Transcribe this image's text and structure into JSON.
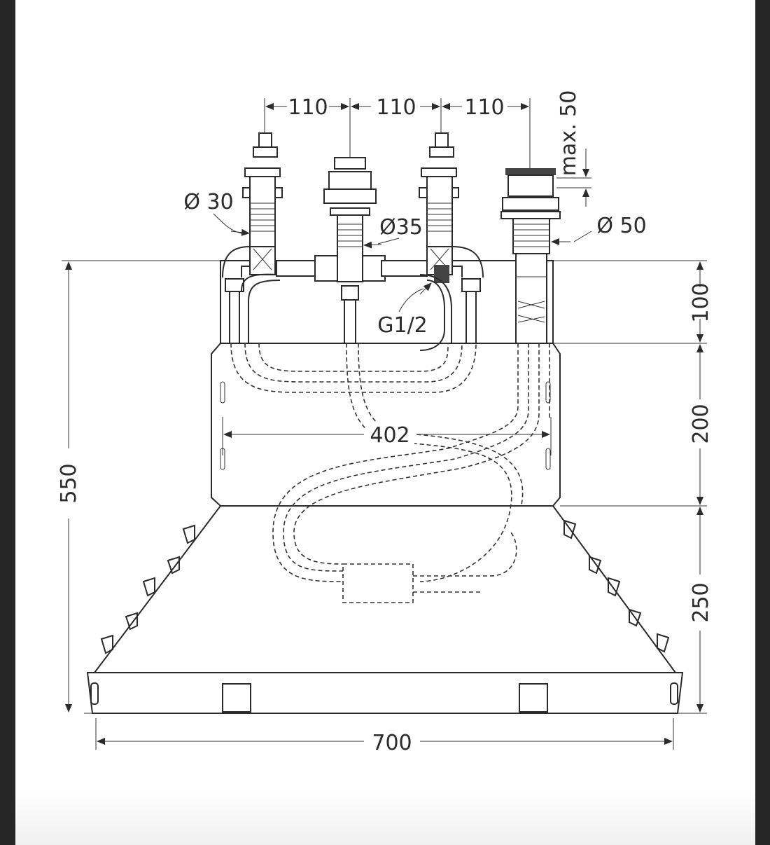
{
  "drawing": {
    "dimensions": {
      "spacing_1": "110",
      "spacing_2": "110",
      "spacing_3": "110",
      "max_height": "max. 50",
      "diameter_left": "Ø 30",
      "diameter_center": "Ø35",
      "diameter_drain": "Ø 50",
      "thread": "G1/2",
      "inner_width": "402",
      "total_height": "550",
      "upper_height": "100",
      "middle_height": "200",
      "lower_height": "250",
      "total_width": "700"
    },
    "colors": {
      "line": "#2b2b2b",
      "frame": "#262626",
      "paper": "#ffffff"
    }
  }
}
